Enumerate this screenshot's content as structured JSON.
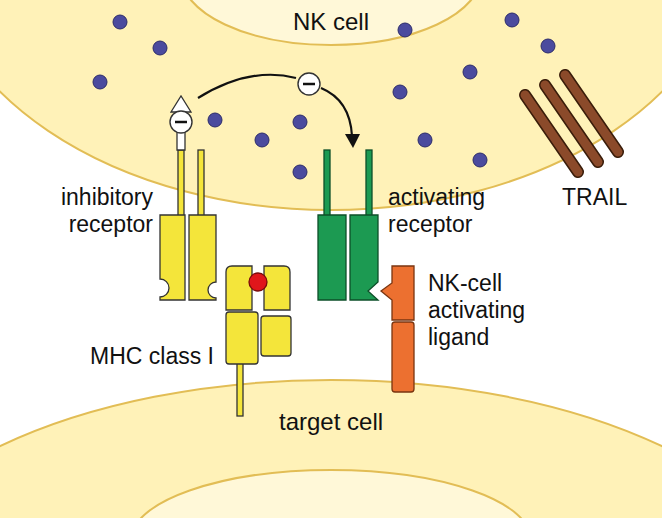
{
  "diagram": {
    "nodes": [
      {
        "text": [
          "NK cell"
        ]
      },
      {
        "text": [
          "target cell"
        ]
      }
    ],
    "labels": [
      "inhibitory receptor",
      "activating receptor",
      "TRAIL",
      "MHC class I",
      "NK-cell activating ligand"
    ]
  }
}
